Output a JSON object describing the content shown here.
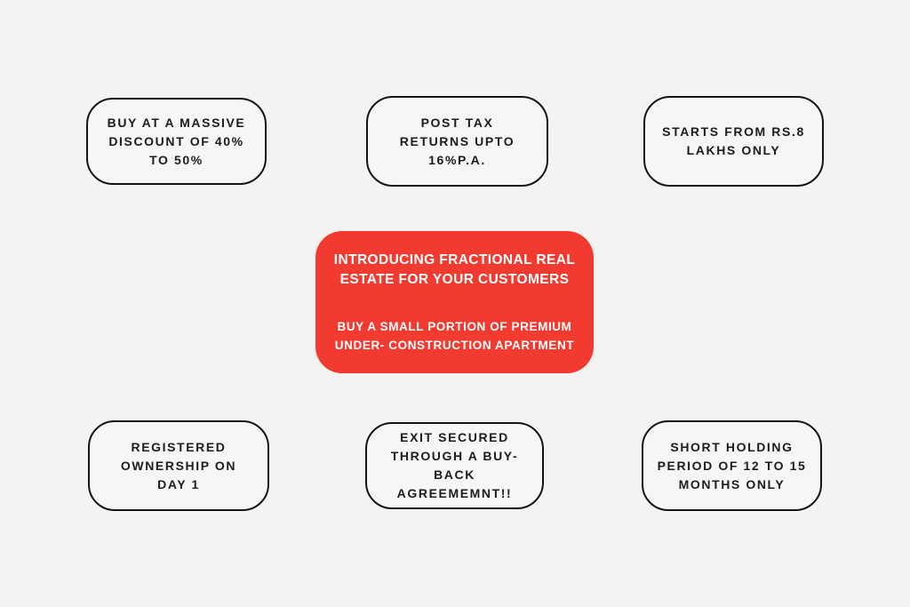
{
  "colors": {
    "bg": "#f4f3f1",
    "box_fill": "#f7f6f4",
    "box_border": "#141414",
    "box_text": "#1c1c1c",
    "accent_red": "#f23b30",
    "card_text": "#ffffff"
  },
  "center_card": {
    "title_lines": [
      "INTRODUCING FRACTIONAL REAL",
      "ESTATE FOR YOUR CUSTOMERS"
    ],
    "subtitle_lines": [
      "BUY A SMALL PORTION OF PREMIUM",
      "UNDER- CONSTRUCTION APARTMENT"
    ]
  },
  "feature_boxes": [
    {
      "id": "massive-discount",
      "lines": [
        "BUY AT A MASSIVE",
        "DISCOUNT OF 40%",
        "TO 50%"
      ]
    },
    {
      "id": "post-tax-returns",
      "lines": [
        "POST TAX",
        "RETURNS UPTO",
        "16%P.A."
      ]
    },
    {
      "id": "starting-price",
      "lines": [
        "STARTS FROM RS.8",
        "LAKHS ONLY"
      ]
    },
    {
      "id": "registered-ownership",
      "lines": [
        "REGISTERED",
        "OWNERSHIP ON",
        "DAY 1"
      ]
    },
    {
      "id": "exit-secured",
      "lines": [
        "EXIT SECURED",
        "THROUGH A BUY-",
        "BACK",
        "AGREEMEMNT!!"
      ]
    },
    {
      "id": "short-holding",
      "lines": [
        "SHORT HOLDING",
        "PERIOD OF 12 TO 15",
        "MONTHS ONLY"
      ]
    }
  ]
}
